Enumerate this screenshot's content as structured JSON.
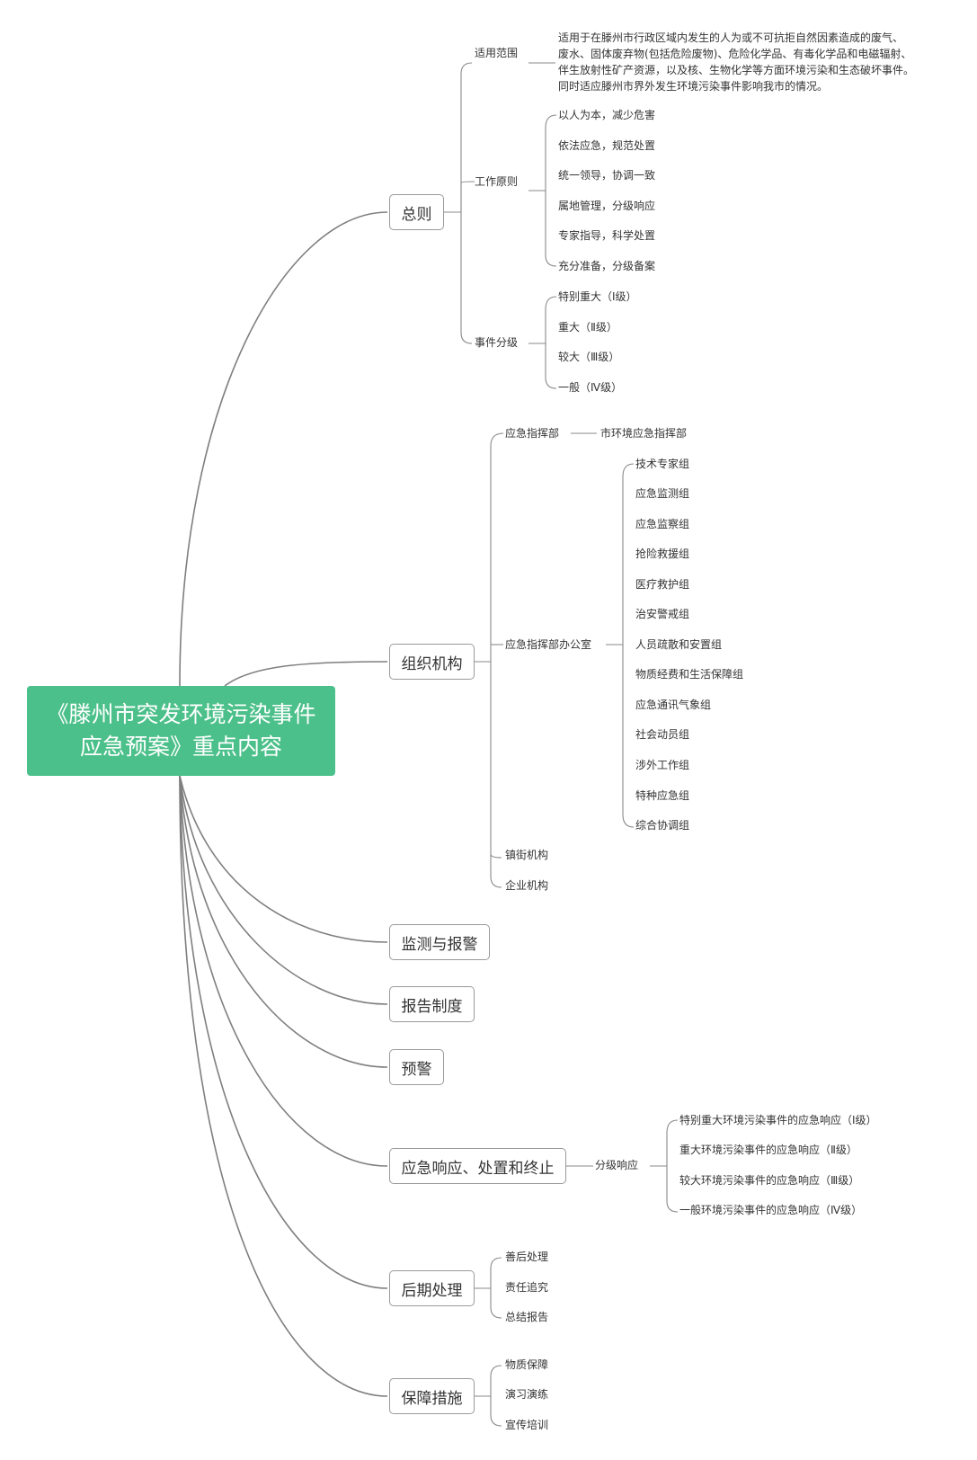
{
  "root": {
    "line1": "《滕州市突发环境污染事件",
    "line2": "应急预案》重点内容"
  },
  "colors": {
    "root_fill": "#4cc08a",
    "line": "#7f7f7f",
    "node_border": "#9a9a9a"
  },
  "zongze": {
    "label": "总则",
    "scope_label": "适用范围",
    "scope_text": [
      "适用于在滕州市行政区域内发生的人为或不可抗拒自然因素造成的废气、",
      "废水、固体废弃物(包括危险废物)、危险化学品、有毒化学品和电磁辐射、",
      "伴生放射性矿产资源，以及核、生物化学等方面环境污染和生态破坏事件。",
      "同时适应滕州市界外发生环境污染事件影响我市的情况。"
    ],
    "principles_label": "工作原则",
    "principles": [
      "以人为本，减少危害",
      "依法应急，规范处置",
      "统一领导，协调一致",
      "属地管理，分级响应",
      "专家指导，科学处置",
      "充分准备，分级备案"
    ],
    "grading_label": "事件分级",
    "grades": [
      "特别重大（Ⅰ级）",
      "重大（Ⅱ级）",
      "较大（Ⅲ级）",
      "一般（Ⅳ级）"
    ]
  },
  "org": {
    "label": "组织机构",
    "hq_label": "应急指挥部",
    "hq_child": "市环境应急指挥部",
    "office_label": "应急指挥部办公室",
    "groups": [
      "技术专家组",
      "应急监测组",
      "应急监察组",
      "抢险救援组",
      "医疗救护组",
      "治安警戒组",
      "人员疏散和安置组",
      "物质经费和生活保障组",
      "应急通讯气象组",
      "社会动员组",
      "涉外工作组",
      "特种应急组",
      "综合协调组"
    ],
    "town_label": "镇街机构",
    "enterprise_label": "企业机构"
  },
  "monitor": {
    "label": "监测与报警"
  },
  "report": {
    "label": "报告制度"
  },
  "warning": {
    "label": "预警"
  },
  "response": {
    "label": "应急响应、处置和终止",
    "sub_label": "分级响应",
    "levels": [
      "特别重大环境污染事件的应急响应（Ⅰ级）",
      "重大环境污染事件的应急响应（Ⅱ级）",
      "较大环境污染事件的应急响应（Ⅲ级）",
      "一般环境污染事件的应急响应（Ⅳ级）"
    ]
  },
  "after": {
    "label": "后期处理",
    "items": [
      "善后处理",
      "责任追究",
      "总结报告"
    ]
  },
  "guarantee": {
    "label": "保障措施",
    "items": [
      "物质保障",
      "演习演练",
      "宣传培训"
    ]
  }
}
